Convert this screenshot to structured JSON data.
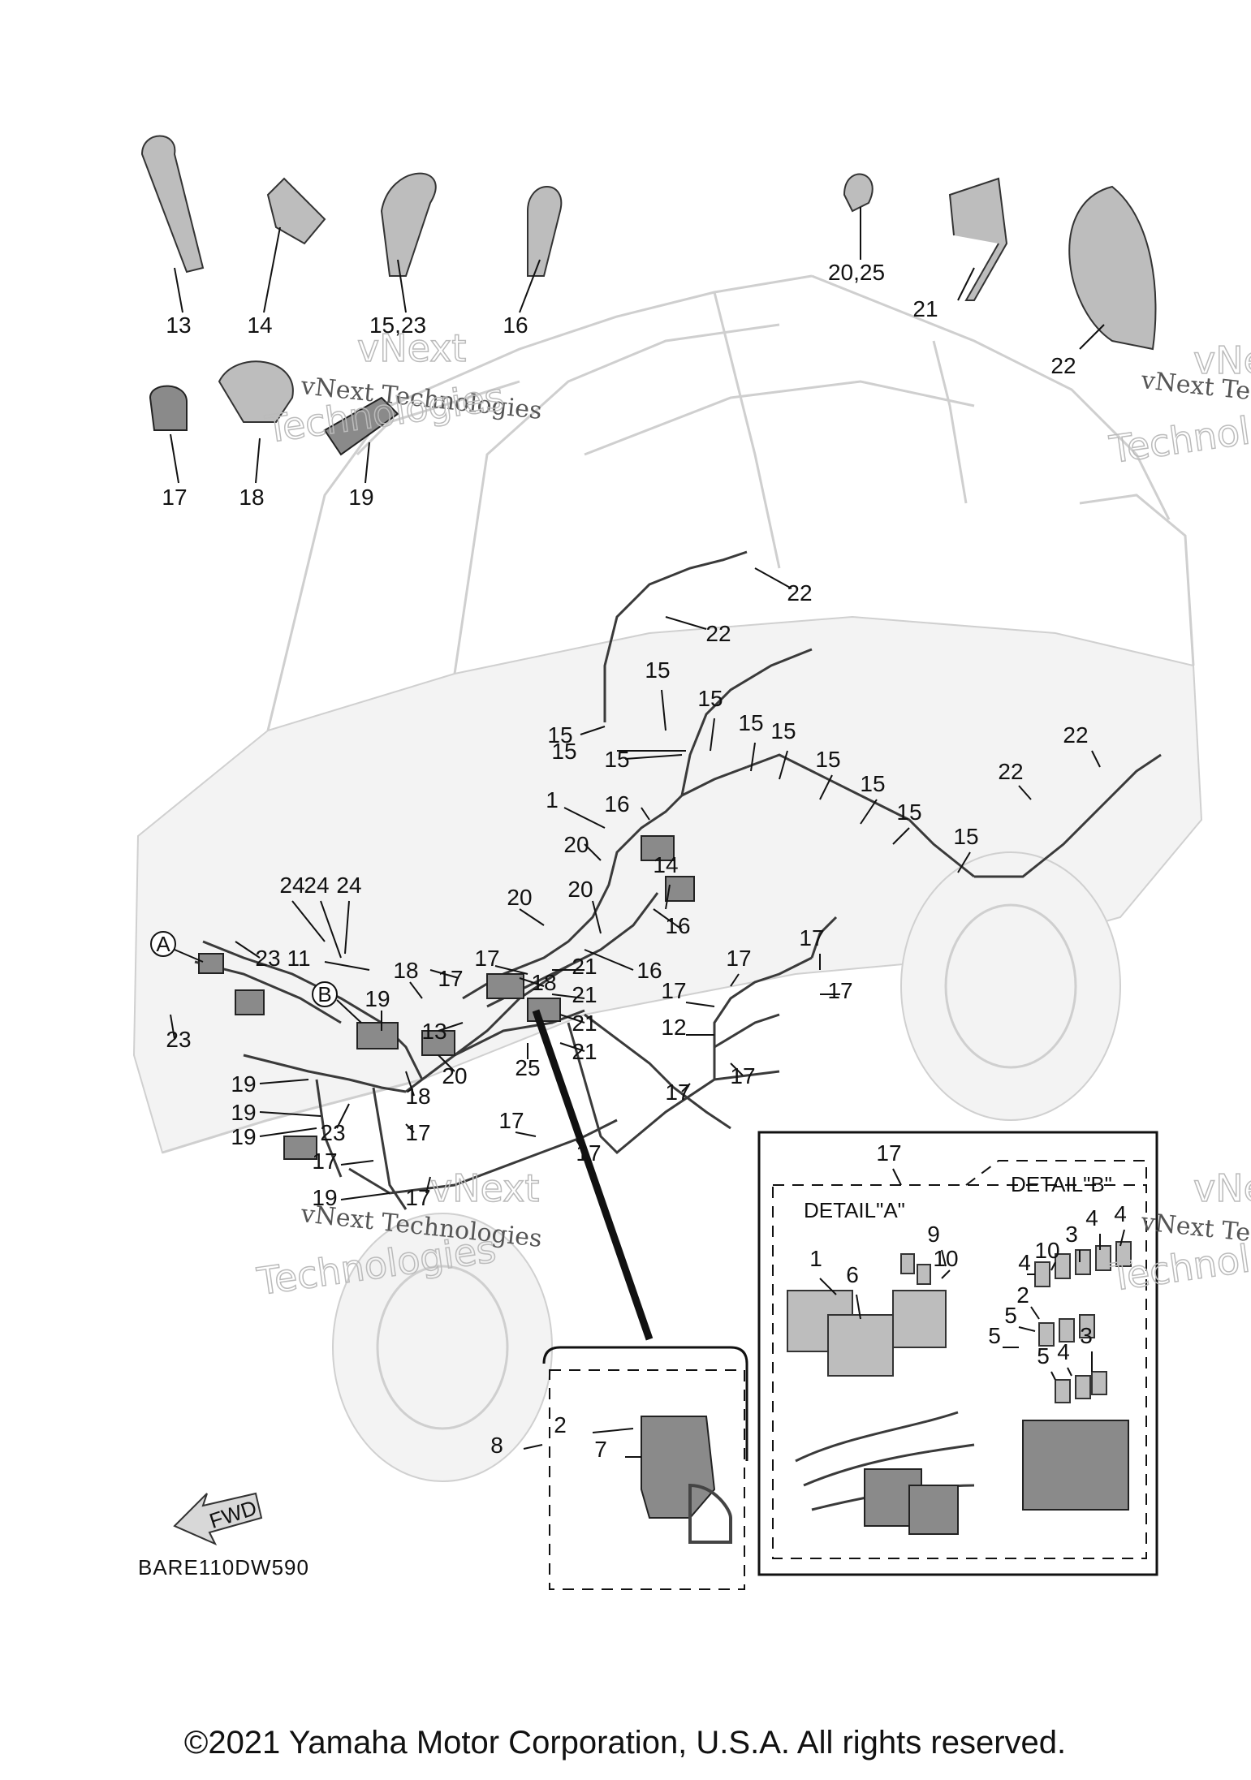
{
  "watermark": {
    "brand": "vNext",
    "company": "vNext Technologies",
    "word": "Technologies"
  },
  "details": {
    "a": "DETAIL\"A\"",
    "b": "DETAIL\"B\""
  },
  "markers": {
    "a": "A",
    "b": "B"
  },
  "fwd": "FWD",
  "code": "BARE110DW590",
  "copyright": "©2021 Yamaha Motor Corporation, U.S.A. All rights reserved.",
  "labels": [
    "13",
    "14",
    "15,23",
    "16",
    "20,25",
    "21",
    "22",
    "17",
    "18",
    "19",
    "22",
    "22",
    "15",
    "15",
    "15",
    "15",
    "15",
    "15",
    "15",
    "15",
    "15",
    "15",
    "15",
    "22",
    "22",
    "1",
    "16",
    "20",
    "20",
    "14",
    "16",
    "24",
    "24",
    "24",
    "20",
    "16",
    "11",
    "23",
    "17",
    "21",
    "18",
    "17",
    "18",
    "21",
    "21",
    "13",
    "21",
    "19",
    "B",
    "20",
    "25",
    "18",
    "A",
    "23",
    "19",
    "19",
    "19",
    "23",
    "17",
    "17",
    "19",
    "17",
    "17",
    "17",
    "12",
    "17",
    "17",
    "17",
    "17",
    "17",
    "17",
    "17",
    "1",
    "6",
    "9",
    "10",
    "10",
    "3",
    "4",
    "4",
    "4",
    "2",
    "5",
    "5",
    "5",
    "4",
    "3",
    "2",
    "7",
    "8",
    "1"
  ]
}
